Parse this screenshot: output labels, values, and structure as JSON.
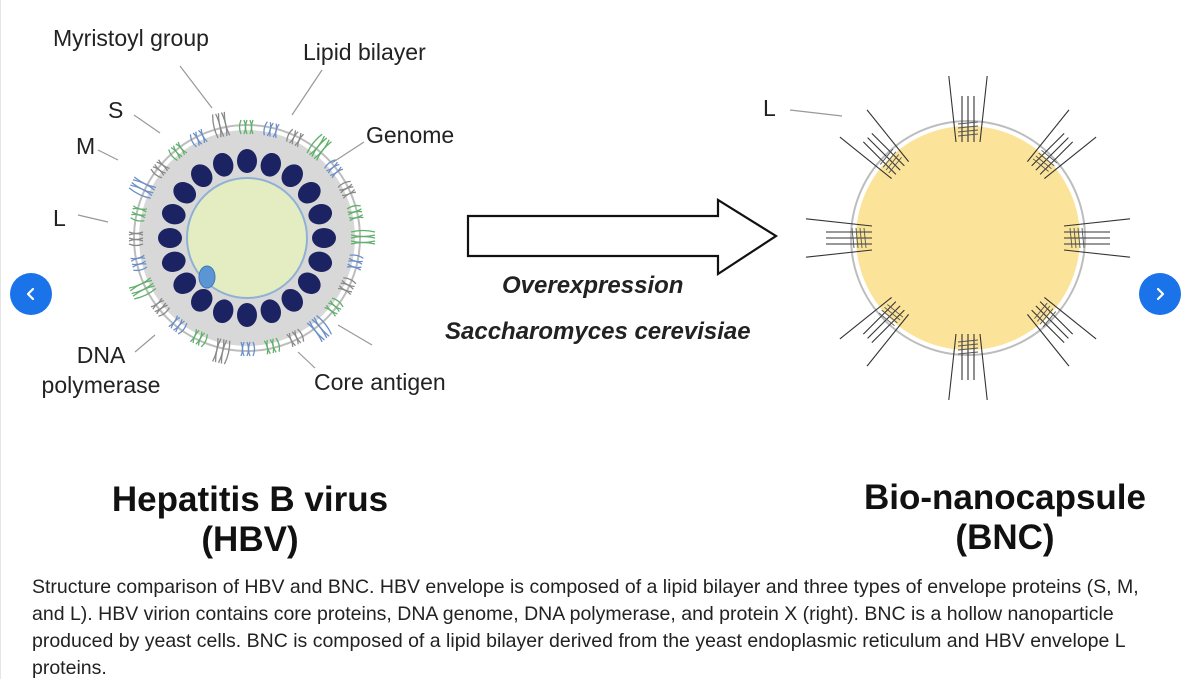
{
  "labels": {
    "myristoyl": "Myristoyl group",
    "lipid": "Lipid bilayer",
    "genome": "Genome",
    "s": "S",
    "m": "M",
    "l_hbv": "L",
    "dna_poly_1": "DNA",
    "dna_poly_2": "polymerase",
    "core": "Core antigen",
    "l_bnc": "L",
    "overexpression": "Overexpression",
    "yeast": "Saccharomyces cerevisiae",
    "hbv_title_1": "Hepatitis B virus",
    "hbv_title_2": "(HBV)",
    "bnc_title_1": "Bio-nanocapsule",
    "bnc_title_2": "(BNC)"
  },
  "caption": "Structure comparison of HBV and BNC. HBV envelope is composed of a lipid bilayer and three types of envelope proteins (S, M, and L). HBV virion contains core proteins, DNA genome, DNA polymerase, and protein X (right). BNC is a hollow nanoparticle produced by yeast cells. BNC is composed of a lipid bilayer derived from the yeast endoplasmic reticulum and HBV envelope L proteins.",
  "nav": {
    "prev_icon": "chevron-left-icon",
    "next_icon": "chevron-right-icon"
  },
  "colors": {
    "nav_button": "#1a73e8",
    "hbv_envelope": "#d8d8d8",
    "hbv_core_beads": "#1c2363",
    "hbv_genome": "#e3edc1",
    "bnc_fill": "#fbe39a",
    "protein_green": "#5fb06a",
    "protein_blue": "#6b8fc7"
  }
}
